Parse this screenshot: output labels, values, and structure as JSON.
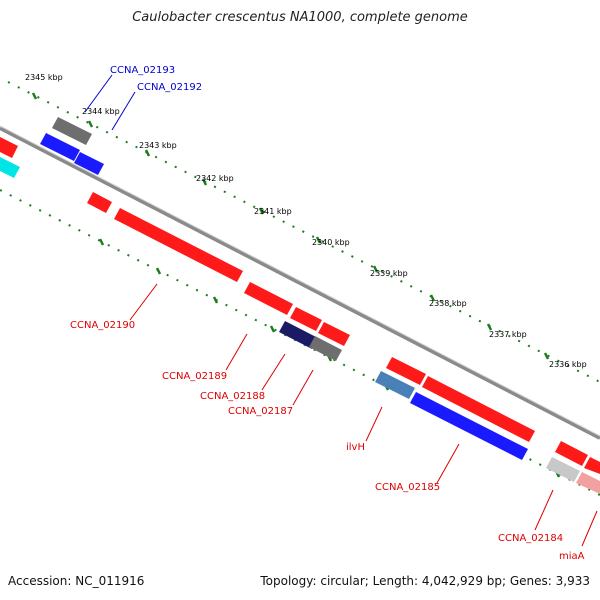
{
  "title": "Caulobacter crescentus NA1000, complete genome",
  "footer": {
    "accession": "Accession: NC_011916",
    "summary": "Topology: circular; Length: 4,042,929 bp; Genes: 3,933"
  },
  "scale_ticks": [
    "2345 kbp",
    "2344 kbp",
    "2343 kbp",
    "2342 kbp",
    "2341 kbp",
    "2340 kbp",
    "2339 kbp",
    "2338 kbp",
    "2337 kbp",
    "2336 kbp"
  ],
  "gene_labels": [
    {
      "name": "CCNA_02193",
      "color": "#0000cc"
    },
    {
      "name": "CCNA_02192",
      "color": "#0000cc"
    },
    {
      "name": "CCNA_02190",
      "color": "#dd0000"
    },
    {
      "name": "CCNA_02189",
      "color": "#dd0000"
    },
    {
      "name": "CCNA_02188",
      "color": "#dd0000"
    },
    {
      "name": "CCNA_02187",
      "color": "#dd0000"
    },
    {
      "name": "ilvH",
      "color": "#dd0000"
    },
    {
      "name": "CCNA_02185",
      "color": "#dd0000"
    },
    {
      "name": "CCNA_02184",
      "color": "#dd0000"
    },
    {
      "name": "miaA",
      "color": "#dd0000"
    }
  ],
  "colors": {
    "backbone": "#8a8a8a",
    "scale_dots": "#1e7d1e",
    "red_gene": "#ff1a1a",
    "blue_gene": "#1a1aff",
    "navy_gene": "#1a1a66",
    "gray_gene": "#6e6e6e",
    "light_gray_gene": "#c8c8c8",
    "cyan_gene": "#00e5e5",
    "steel_gene": "#4a80b8",
    "pink_gene": "#f2a0a0"
  }
}
